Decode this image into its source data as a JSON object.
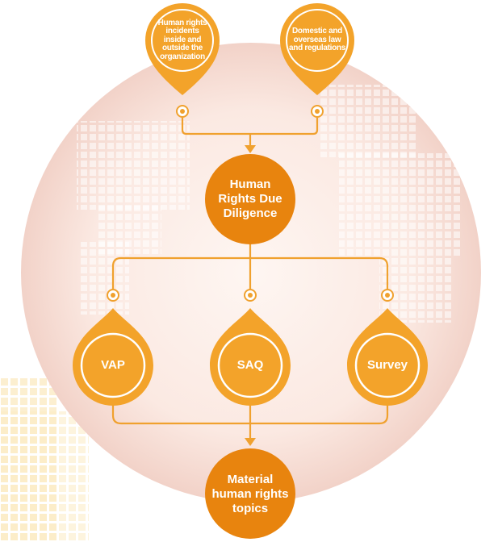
{
  "inputs": [
    {
      "text": "Human rights incidents inside and outside the organization"
    },
    {
      "text": "Domestic and overseas law and regulations"
    }
  ],
  "center_node": {
    "text": "Human Rights Due Diligence"
  },
  "methods": [
    {
      "text": "VAP"
    },
    {
      "text": "SAQ"
    },
    {
      "text": "Survey"
    }
  ],
  "output_node": {
    "text": "Material human rights topics"
  },
  "colors": {
    "orange": "#F3A32A",
    "orange_light": "#F7B84A",
    "node_orange": "#E8840E",
    "line": "#F0A12E",
    "globe_center": "#FDF3EE",
    "globe_edge": "#F2D4CC"
  }
}
